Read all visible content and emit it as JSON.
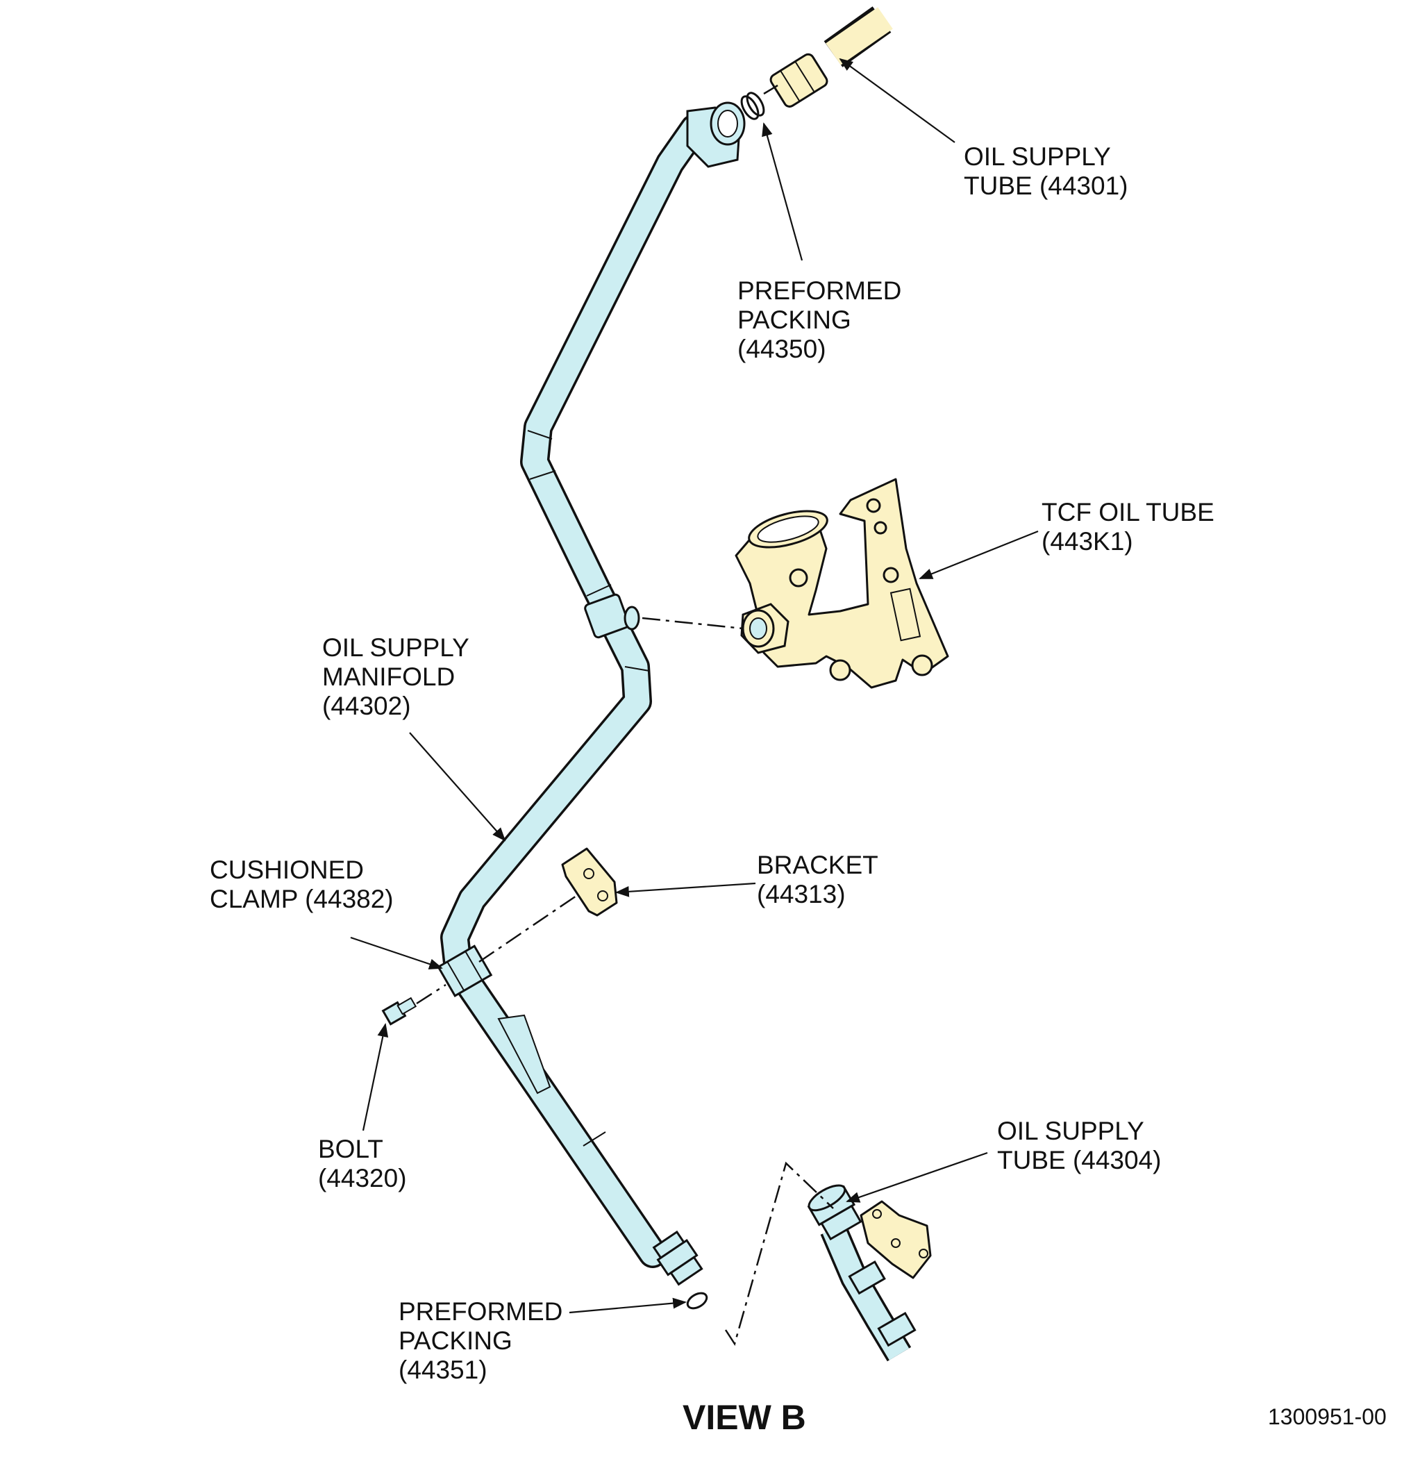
{
  "colors": {
    "tube_fill": "#cdeef2",
    "fitting_fill": "#fbf2c4",
    "line": "#111111"
  },
  "labels": {
    "oil_supply_tube_top": [
      "OIL SUPPLY",
      "TUBE (44301)"
    ],
    "preformed_packing_top": [
      "PREFORMED",
      "PACKING",
      "(44350)"
    ],
    "tcf_oil_tube": [
      "TCF OIL TUBE",
      "(443K1)"
    ],
    "oil_supply_manifold": [
      "OIL SUPPLY",
      "MANIFOLD",
      "(44302)"
    ],
    "cushioned_clamp": [
      "CUSHIONED",
      "CLAMP (44382)"
    ],
    "bracket": [
      "BRACKET",
      "(44313)"
    ],
    "bolt": [
      "BOLT",
      "(44320)"
    ],
    "oil_supply_tube_bottom": [
      "OIL SUPPLY",
      "TUBE (44304)"
    ],
    "preformed_packing_bottom": [
      "PREFORMED",
      "PACKING",
      "(44351)"
    ]
  },
  "view_title": "VIEW B",
  "drawing_number": "1300951-00"
}
